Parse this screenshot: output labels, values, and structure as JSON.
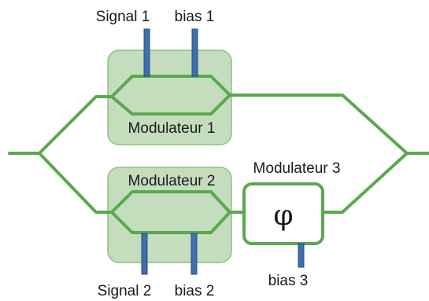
{
  "colors": {
    "waveguide": "#5ba84f",
    "modulator_fill": "#b9d7b2",
    "modulator_border": "#8fbf86",
    "electrode": "#3f6fad",
    "electrode_border": "#2a4d80",
    "text": "#1a1a1a",
    "phase_box_border": "#5ba84f"
  },
  "labels": {
    "signal_1": "Signal 1",
    "bias_1": "bias 1",
    "modulator_1": "Modulateur 1",
    "modulator_2": "Modulateur 2",
    "modulator_3": "Modulateur 3",
    "phase_symbol": "φ",
    "signal_2": "Signal 2",
    "bias_2": "bias 2",
    "bias_3": "bias 3"
  }
}
